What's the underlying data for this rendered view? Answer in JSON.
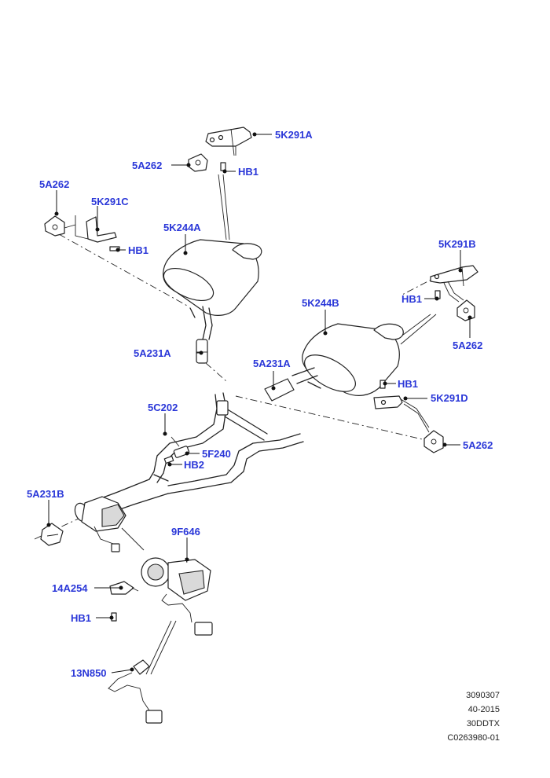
{
  "callouts": {
    "c_5K291A": "5K291A",
    "c_5A262_top": "5A262",
    "c_HB1_top": "HB1",
    "c_5A262_left": "5A262",
    "c_5K291C": "5K291C",
    "c_HB1_left": "HB1",
    "c_5K244A": "5K244A",
    "c_5K291B": "5K291B",
    "c_HB1_right": "HB1",
    "c_5A262_right": "5A262",
    "c_5K244B": "5K244B",
    "c_5A231A_left": "5A231A",
    "c_5A231A_right": "5A231A",
    "c_HB1_mid": "HB1",
    "c_5K291D": "5K291D",
    "c_5A262_bottom": "5A262",
    "c_5C202": "5C202",
    "c_5F240": "5F240",
    "c_HB2": "HB2",
    "c_5A231B": "5A231B",
    "c_9F646": "9F646",
    "c_14A254": "14A254",
    "c_HB1_bottom": "HB1",
    "c_13N850": "13N850"
  },
  "reference": {
    "line1": "3090307",
    "line2": "40-2015",
    "line3": "30DDTX",
    "line4": "C0263980-01"
  }
}
